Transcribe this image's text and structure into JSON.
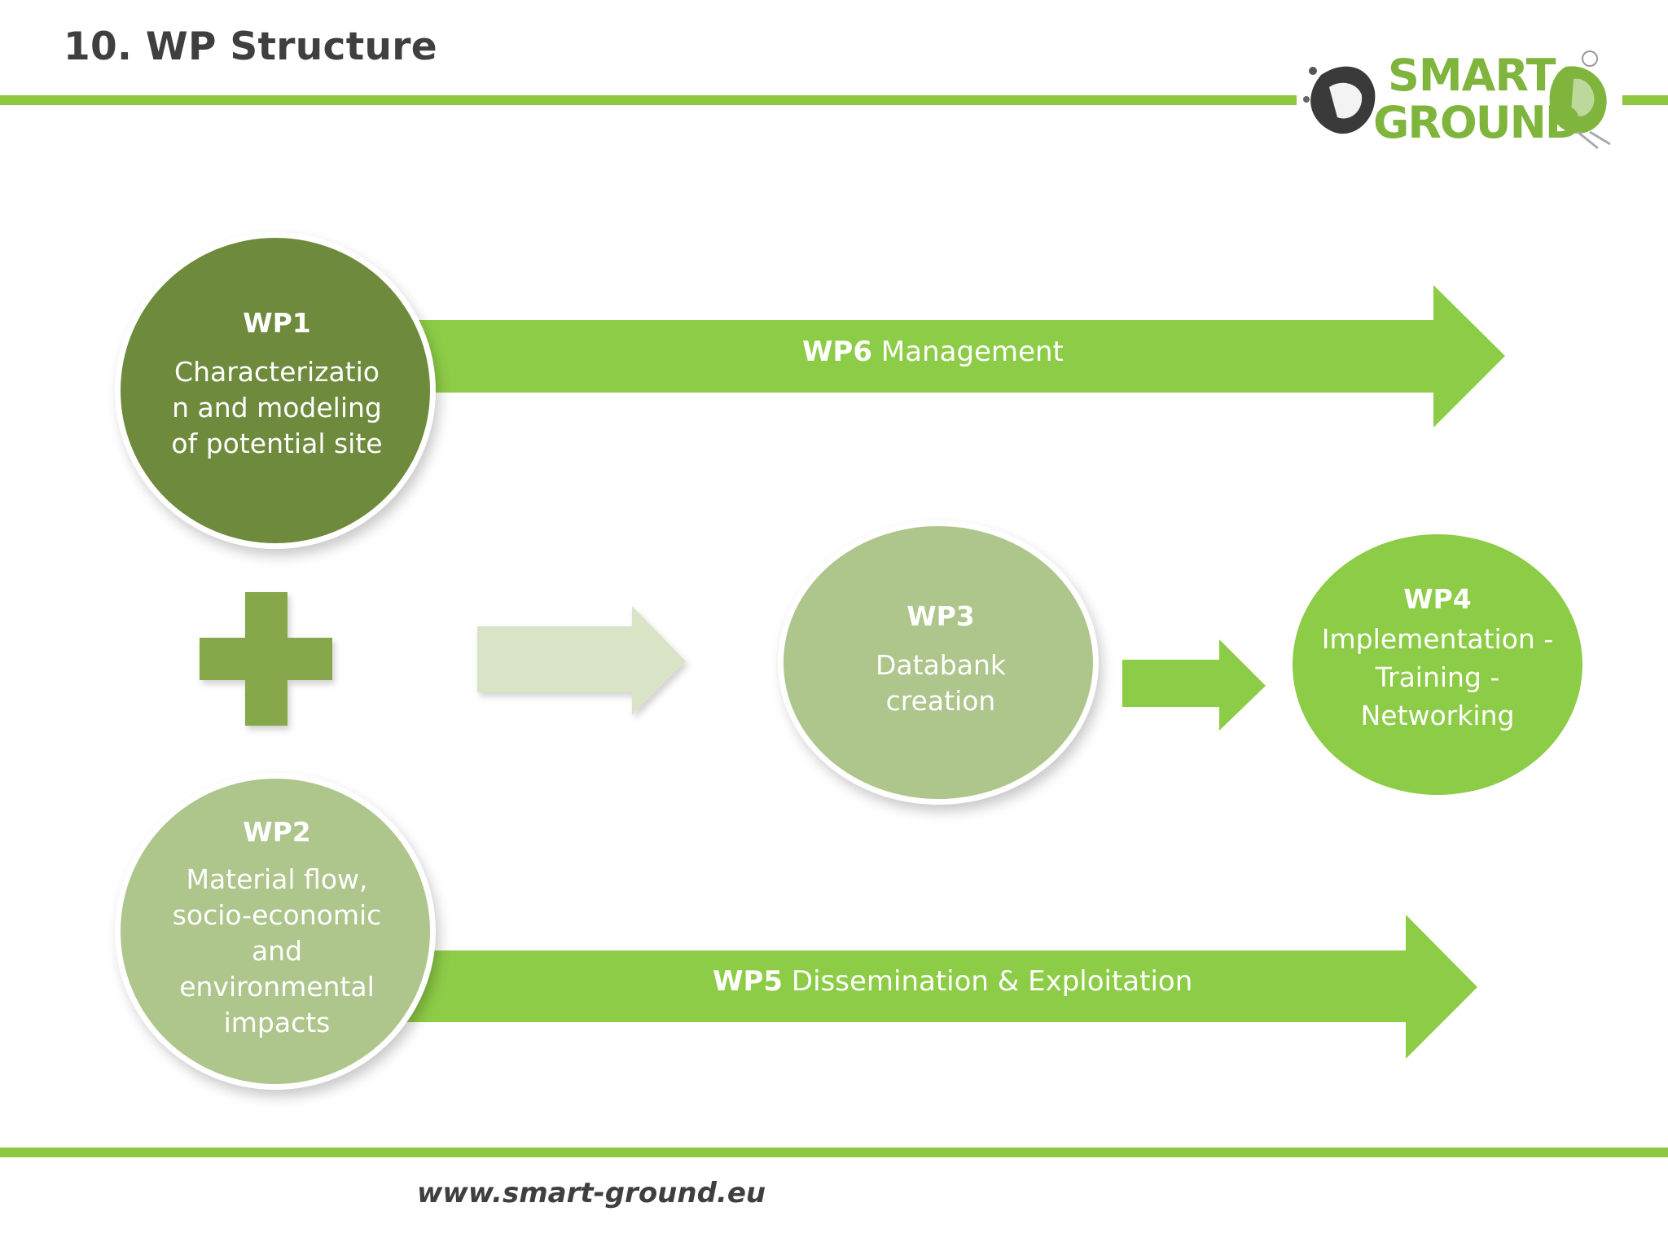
{
  "slide": {
    "title": "10. WP Structure",
    "footer_url": "www.smart-ground.eu"
  },
  "logo": {
    "line1": "SMART",
    "line2": "GROUND"
  },
  "work_packages": {
    "wp1": {
      "code": "WP1",
      "text": [
        "Characterizatio",
        "n and modeling",
        "of potential site"
      ]
    },
    "wp2": {
      "code": "WP2",
      "text": [
        "Material flow,",
        "socio-economic",
        "and",
        "environmental",
        "impacts"
      ]
    },
    "wp3": {
      "code": "WP3",
      "text": [
        "Databank",
        "creation"
      ]
    },
    "wp4": {
      "code": "WP4",
      "text": [
        "Implementation -",
        "Training -",
        "Networking"
      ]
    },
    "wp6": {
      "code": "WP6",
      "text": "Management"
    },
    "wp5": {
      "code": "WP5",
      "text": "Dissemination & Exploitation"
    }
  },
  "colors": {
    "rule": "#8dc63f",
    "dark_green": "#6e8a3c",
    "sage": "#aec58c",
    "bright_green": "#8dcc47",
    "light_arrow": "#d9e4c6",
    "plus": "#86a84c",
    "title_text": "#3f3f3f"
  },
  "icons": {
    "plus": "plus-icon",
    "arrow": "arrow-right-icon"
  }
}
